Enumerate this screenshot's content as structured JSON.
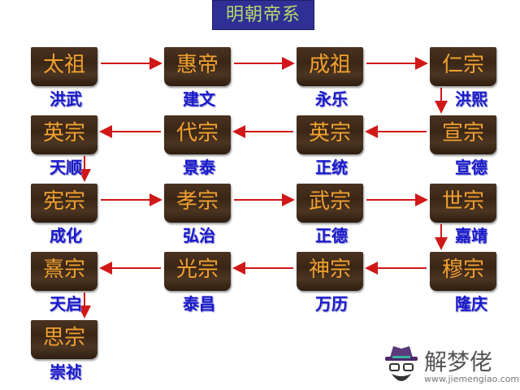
{
  "title": "明朝帝系",
  "emperors": [
    {
      "temple": "太祖",
      "era": "洪武"
    },
    {
      "temple": "惠帝",
      "era": "建文"
    },
    {
      "temple": "成祖",
      "era": "永乐"
    },
    {
      "temple": "仁宗",
      "era": "洪熙"
    },
    {
      "temple": "宣宗",
      "era": "宣德"
    },
    {
      "temple": "英宗",
      "era": "正统"
    },
    {
      "temple": "代宗",
      "era": "景泰"
    },
    {
      "temple": "英宗",
      "era": "天顺"
    },
    {
      "temple": "宪宗",
      "era": "成化"
    },
    {
      "temple": "孝宗",
      "era": "弘治"
    },
    {
      "temple": "武宗",
      "era": "正德"
    },
    {
      "temple": "世宗",
      "era": "嘉靖"
    },
    {
      "temple": "穆宗",
      "era": "隆庆"
    },
    {
      "temple": "神宗",
      "era": "万历"
    },
    {
      "temple": "光宗",
      "era": "泰昌"
    },
    {
      "temple": "熹宗",
      "era": "天启"
    },
    {
      "temple": "思宗",
      "era": "崇祯"
    }
  ],
  "colors": {
    "arrow": "#d01818",
    "box_text": "#f0a030",
    "era_text": "#1a1acc",
    "title_bg": "#2f2f96"
  },
  "watermark": {
    "name": "解梦佬",
    "url": "www.jiemengiao.com"
  }
}
